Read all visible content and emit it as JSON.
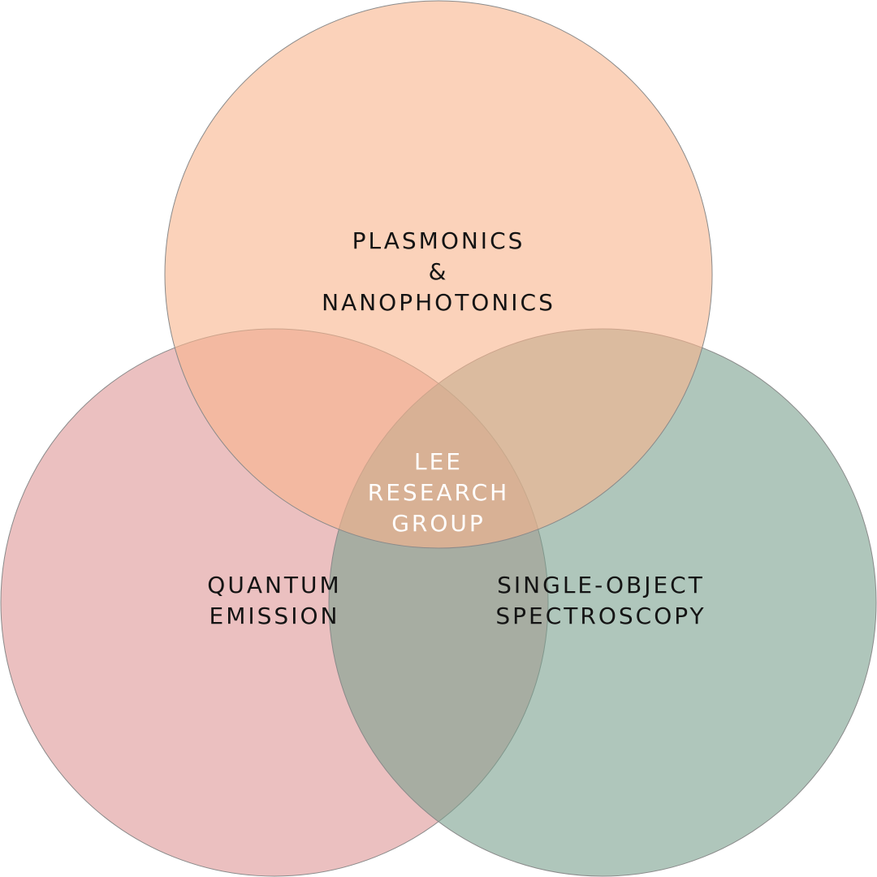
{
  "circles": {
    "top": {
      "lines": [
        "PLASMONICS",
        "&",
        "NANOPHOTONICS"
      ],
      "fill": "#F8B48C"
    },
    "left": {
      "lines": [
        "QUANTUM",
        "EMISSION"
      ],
      "fill": "#DE9696"
    },
    "right": {
      "lines": [
        "SINGLE-OBJECT",
        "SPECTROSCOPY"
      ],
      "fill": "#7AA08E"
    }
  },
  "center": {
    "lines": [
      "LEE",
      "RESEARCH",
      "GROUP"
    ],
    "text_color": "#FFFFFF"
  },
  "stroke_color": "#8A8A8A"
}
